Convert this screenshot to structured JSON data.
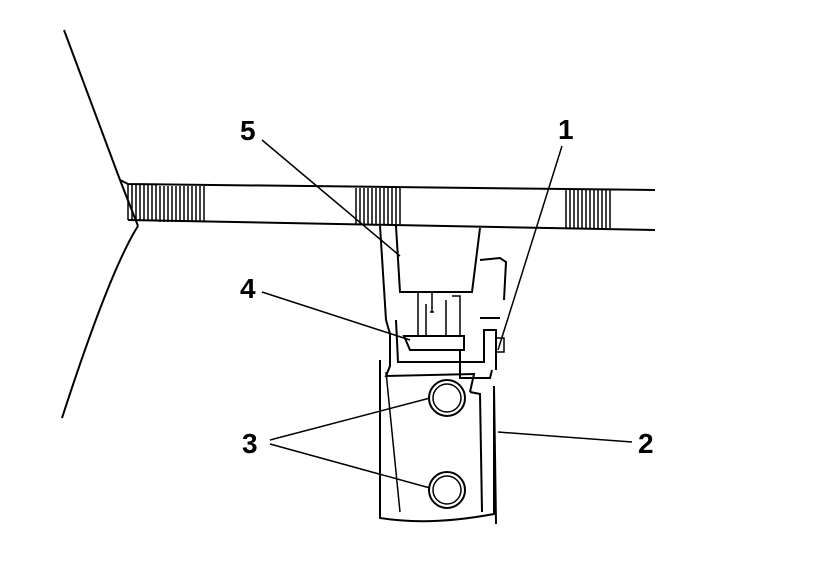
{
  "figure": {
    "background": "#ffffff",
    "ink": "#000000",
    "callouts": [
      {
        "id": "1",
        "label": "1"
      },
      {
        "id": "2",
        "label": "2"
      },
      {
        "id": "3",
        "label": "3"
      },
      {
        "id": "4",
        "label": "4"
      },
      {
        "id": "5",
        "label": "5"
      }
    ]
  }
}
